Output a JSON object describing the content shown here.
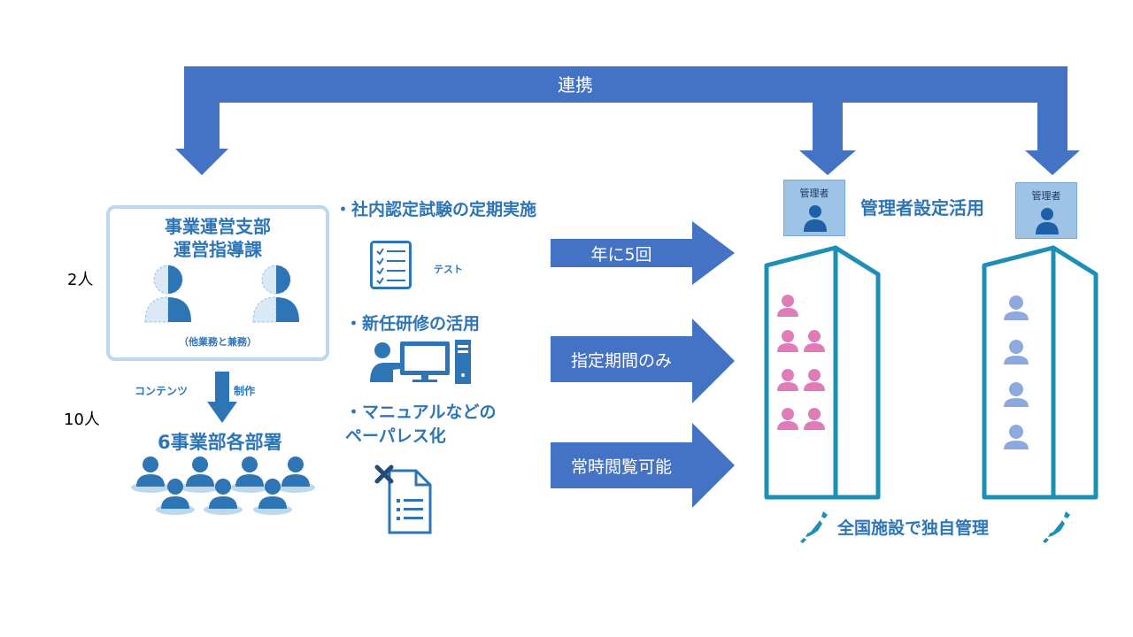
{
  "top_arrow": {
    "label": "連携"
  },
  "dept_box": {
    "title_line1": "事業運営支部",
    "title_line2": "運営指導課",
    "note": "（他業務と兼務）",
    "count": "2人"
  },
  "flow": {
    "left_label": "コンテンツ",
    "right_label": "制作",
    "count": "10人"
  },
  "divisions": {
    "title": "6事業部各部署"
  },
  "initiatives": [
    {
      "bullet": "・",
      "text": "社内認定試験の定期実施"
    },
    {
      "bullet": "・",
      "text": "新任研修の活用"
    },
    {
      "bullet": "・",
      "text": "マニュアルなどの",
      "text2": "ペーパレス化"
    }
  ],
  "test_icon_label": "テスト",
  "right_arrows": [
    {
      "label": "年に5回"
    },
    {
      "label": "指定期間のみ"
    },
    {
      "label": "常時閲覧可能"
    }
  ],
  "admin": {
    "badge_label": "管理者",
    "setting_text": "管理者設定活用"
  },
  "facilities": {
    "caption": "全国施設で独自管理"
  },
  "colors": {
    "arrow_blue": "#4472c4",
    "accent_blue": "#2e75b6",
    "box_border": "#bdd7ee",
    "building_teal": "#1b8fb5",
    "pink_person": "#e07cb8",
    "light_person": "#8fa9dc",
    "admin_bg": "#9dc3e6"
  }
}
